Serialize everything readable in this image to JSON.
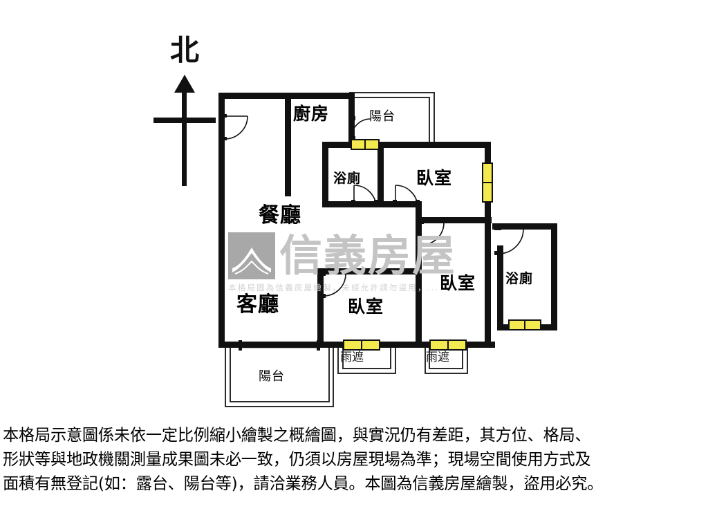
{
  "compass": {
    "label": "北",
    "icon": "north-arrow-icon"
  },
  "watermark": {
    "brand": "信義房屋",
    "mark_icon": "sinyi-mountain-logo-icon",
    "subtext": "本格局圖為信義房屋繪製，未經允許請勿盜用，..."
  },
  "rooms": [
    {
      "id": "kitchen",
      "label": "廚房"
    },
    {
      "id": "balcony-top",
      "label": "陽台"
    },
    {
      "id": "bathroom-top",
      "label": "浴廁"
    },
    {
      "id": "bedroom-top",
      "label": "臥室"
    },
    {
      "id": "dining",
      "label": "餐廳"
    },
    {
      "id": "living",
      "label": "客廳"
    },
    {
      "id": "bedroom-mid",
      "label": "臥室"
    },
    {
      "id": "bedroom-right",
      "label": "臥室"
    },
    {
      "id": "bathroom-right",
      "label": "浴廁"
    },
    {
      "id": "balcony-bottom",
      "label": "陽台"
    },
    {
      "id": "eave-left",
      "label": "雨遮"
    },
    {
      "id": "eave-right",
      "label": "雨遮"
    }
  ],
  "colors": {
    "wall": "#111111",
    "window": "#f2ea4e",
    "window_border": "#111111",
    "thin_wall": "#333333",
    "watermark_gray": "#c4c4c4",
    "watermark_mark": "#a8a8a8",
    "background": "#ffffff"
  },
  "disclaimer": {
    "line1": "本格局示意圖係未依一定比例縮小繪製之概繪圖，與實況仍有差距，其方位、格局、",
    "line2": "形狀等與地政機關測量成果圖未必一致，仍須以房屋現場為準；現場空間使用方式及",
    "line3": "面積有無登記(如：露台、陽台等)，請洽業務人員。本圖為信義房屋繪製，盜用必究。"
  }
}
